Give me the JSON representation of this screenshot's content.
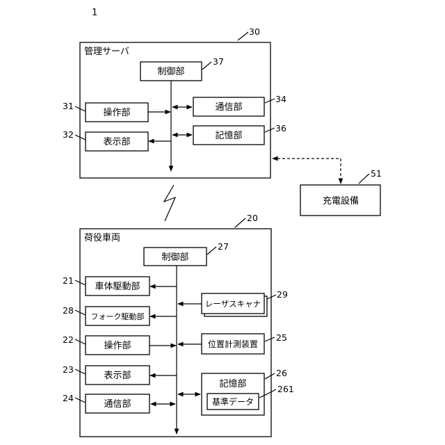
{
  "figure_number": "1",
  "server": {
    "ref": "30",
    "title": "管理サーバ",
    "control": {
      "label": "制御部",
      "ref": "37"
    },
    "operation": {
      "label": "操作部",
      "ref": "31"
    },
    "display": {
      "label": "表示部",
      "ref": "32"
    },
    "communication": {
      "label": "通信部",
      "ref": "34"
    },
    "storage": {
      "label": "記憶部",
      "ref": "36"
    }
  },
  "charging": {
    "label": "充電設備",
    "ref": "51"
  },
  "vehicle": {
    "ref": "20",
    "title": "荷役車両",
    "control": {
      "label": "制御部",
      "ref": "27"
    },
    "body_drive": {
      "label": "車体駆動部",
      "ref": "21"
    },
    "fork_drive": {
      "label": "フォーク駆動部",
      "ref": "28"
    },
    "operation": {
      "label": "操作部",
      "ref": "22"
    },
    "display": {
      "label": "表示部",
      "ref": "23"
    },
    "communication": {
      "label": "通信部",
      "ref": "24"
    },
    "laser": {
      "label": "レーザスキャナ",
      "ref": "29"
    },
    "position": {
      "label": "位置計測装置",
      "ref": "25"
    },
    "storage": {
      "label": "記憶部",
      "ref": "26"
    },
    "reference_data": {
      "label": "基準データ",
      "ref": "261"
    }
  }
}
